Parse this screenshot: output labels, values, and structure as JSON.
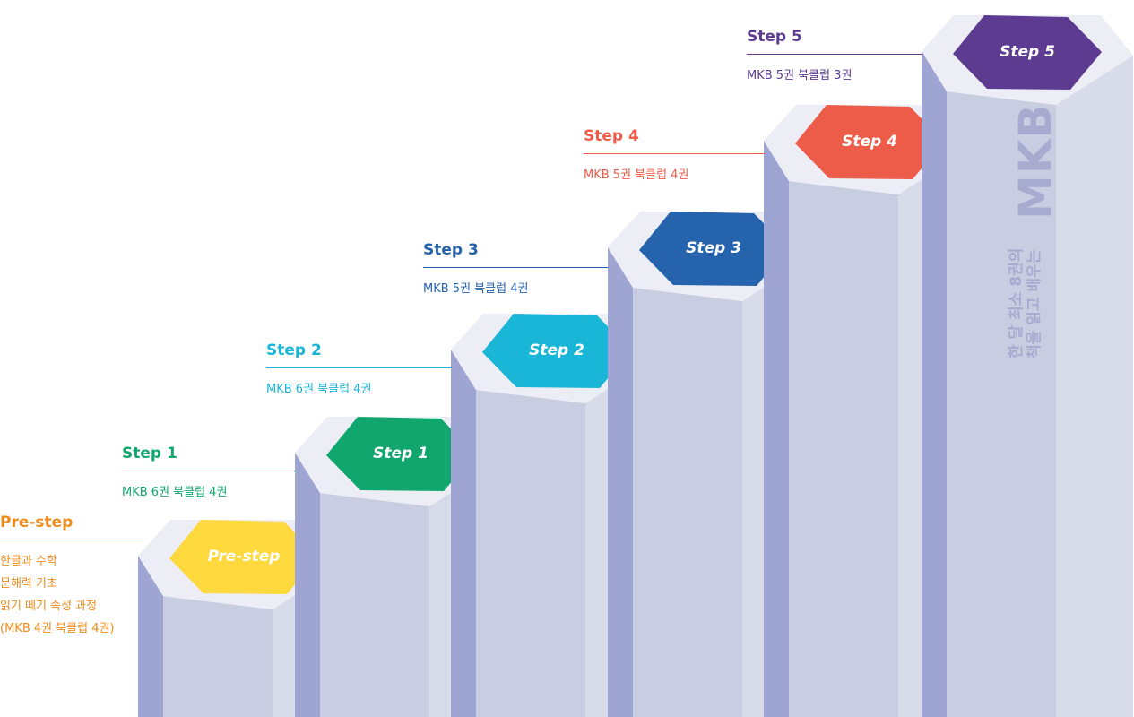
{
  "colors": {
    "pre": "#f08c1c",
    "step1": "#11a66e",
    "step2": "#19b6d8",
    "step3": "#2563ad",
    "step4": "#ec5c49",
    "step5": "#5d3b90",
    "hex_pre": "#fdd93d",
    "side_text": "#a7abd0"
  },
  "steps": [
    {
      "key": "pre",
      "title": "Pre-step",
      "hex_label": "Pre-step",
      "desc": [
        "한글과 수학",
        "문해력 기초",
        "읽기 떼기 속성 과정",
        "(MKB 4권 북클럽 4권)"
      ]
    },
    {
      "key": "step1",
      "title": "Step 1",
      "hex_label": "Step 1",
      "desc": [
        "MKB 6권 북클럽 4권"
      ]
    },
    {
      "key": "step2",
      "title": "Step 2",
      "hex_label": "Step 2",
      "desc": [
        "MKB 6권 북클럽 4권"
      ]
    },
    {
      "key": "step3",
      "title": "Step 3",
      "hex_label": "Step 3",
      "desc": [
        "MKB 5권 북클럽 4권"
      ]
    },
    {
      "key": "step4",
      "title": "Step 4",
      "hex_label": "Step 4",
      "desc": [
        "MKB 5권 북클럽 4권"
      ]
    },
    {
      "key": "step5",
      "title": "Step 5",
      "hex_label": "Step 5",
      "desc": [
        "MKB 5권 북클럽 3권"
      ]
    }
  ],
  "side": {
    "big": "MKB",
    "line1": "한 달 최소 8권의",
    "line2": "책을 읽고 배우는"
  }
}
